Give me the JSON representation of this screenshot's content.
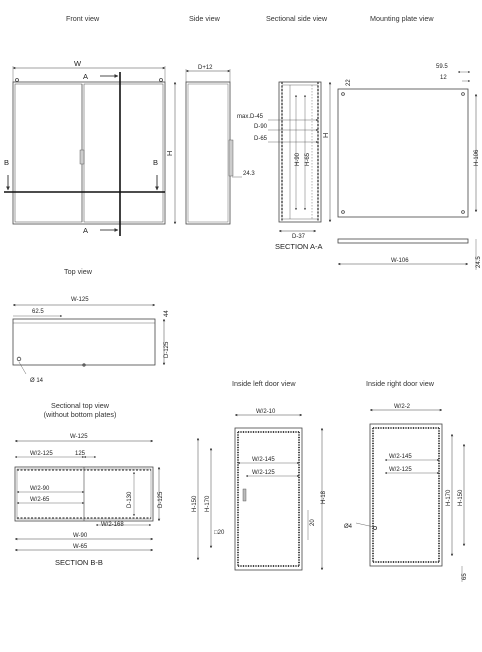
{
  "views": {
    "front": "Front view",
    "side": "Side view",
    "sectional_side": "Sectional side view",
    "mounting_plate": "Mounting plate view",
    "top": "Top view",
    "sectional_top": "Sectional top view",
    "sectional_top_note": "(without bottom plates)",
    "inside_left": "Inside left door view",
    "inside_right": "Inside right door view"
  },
  "section_labels": {
    "aa": "SECTION A-A",
    "bb": "SECTION B-B"
  },
  "front": {
    "w": "W",
    "h": "H",
    "cut_a": "A",
    "cut_b": "B"
  },
  "side": {
    "depth": "D+12",
    "gap": "24.3"
  },
  "sectional_side": {
    "max_depth": "max.D-45",
    "d90": "D-90",
    "d65": "D-65",
    "h": "H",
    "h90": "H-90",
    "h65": "H-65",
    "d37": "D-37",
    "top": "22"
  },
  "mounting_plate": {
    "offset": "59.5",
    "edge": "12",
    "height": "H-106",
    "width": "W-106",
    "thickness": "24.5"
  },
  "top": {
    "w125": "W-125",
    "off": "62.5",
    "d44": "44",
    "d125": "D-125",
    "hole": "Ø 14"
  },
  "sectional_top": {
    "w125": "W-125",
    "half125": "W/2-125",
    "c125": "125",
    "half90": "W/2-90",
    "half65": "W/2-65",
    "d130": "D-130",
    "d125": "D-125",
    "half168": "W/2-168",
    "w90": "W-90",
    "w65": "W-65"
  },
  "inside_left": {
    "half10": "W/2-10",
    "h150": "H-150",
    "h170": "H-170",
    "h18": "H-18",
    "half145": "W/2-145",
    "half125": "W/2-125",
    "sq20": "□20",
    "v20": "20"
  },
  "inside_right": {
    "half2": "W/2-2",
    "half145": "W/2-145",
    "half125": "W/2-125",
    "hole4": "Ø4",
    "h170": "H-170",
    "h150": "H-150",
    "b65": "65"
  }
}
